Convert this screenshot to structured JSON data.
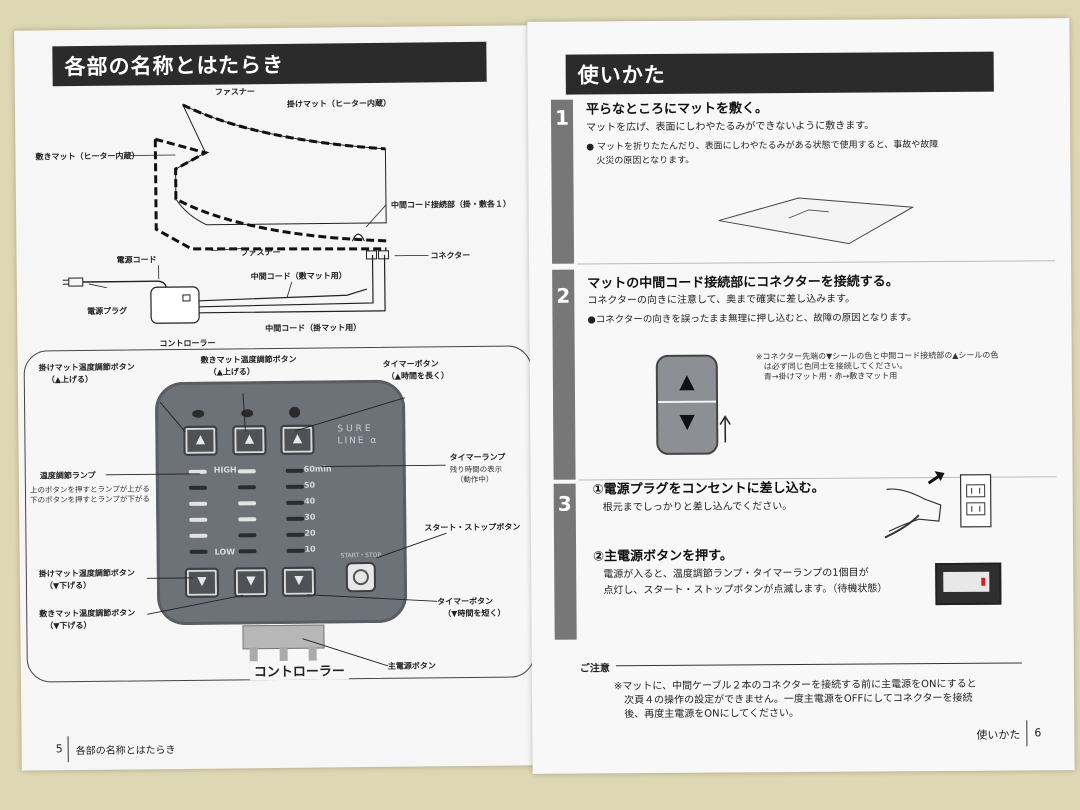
{
  "left": {
    "title": "各部の名称とはたらき",
    "diagram": {
      "fastener_top": "ファスナー",
      "top_mat": "掛けマット（ヒーター内蔵）",
      "bottom_mat": "敷きマット（ヒーター内蔵）",
      "mid_connector": "中間コード接続部（掛・敷各１）",
      "fastener_bottom": "ファスナー",
      "connector": "コネクター",
      "power_cord": "電源コード",
      "mid_cord_bottom": "中間コード（敷マット用）",
      "power_plug": "電源プラグ",
      "mid_cord_top": "中間コード（掛マット用）",
      "controller": "コントローラー"
    },
    "controller": {
      "top_temp_up": "掛けマット温度調節ボタン",
      "top_temp_up_sub": "（▲上げる）",
      "bottom_temp_up": "敷きマット温度調節ボタン",
      "bottom_temp_up_sub": "（▲上げる）",
      "timer_up": "タイマーボタン",
      "timer_up_sub": "（▲時間を長く）",
      "temp_lamp": "温度調節ランプ",
      "temp_lamp_desc1": "上のボタンを押すとランプが上がる",
      "temp_lamp_desc2": "下のボタンを押すとランプが下がる",
      "timer_lamp": "タイマーランプ",
      "timer_lamp_desc1": "残り時間の表示",
      "timer_lamp_desc2": "（動作中）",
      "start_stop": "スタート・ストップボタン",
      "top_temp_down": "掛けマット温度調節ボタン",
      "top_temp_down_sub": "（▼下げる）",
      "bottom_temp_down": "敷きマット温度調節ボタン",
      "bottom_temp_down_sub": "（▼下げる）",
      "timer_down": "タイマーボタン",
      "timer_down_sub": "（▼時間を短く）",
      "main_power": "主電源ボタン",
      "caption": "コントローラー",
      "brand1": "SURE",
      "brand2": "LINE α",
      "high": "HIGH",
      "low": "LOW",
      "minutes": [
        "60min",
        "50",
        "40",
        "30",
        "20",
        "10"
      ],
      "start_stop_mark": "START・STOP",
      "up_arrow": "▲",
      "down_arrow": "▼"
    },
    "page_num": "5",
    "footer": "各部の名称とはたらき"
  },
  "right": {
    "title": "使いかた",
    "step1": {
      "num": "1",
      "title": "平らなところにマットを敷く。",
      "text": "マットを広げ、表面にしわやたるみができないように敷きます。",
      "bullet1": "● マットを折りたたんだり、表面にしわやたるみがある状態で使用すると、事故や故障",
      "bullet2": "火災の原因となります。"
    },
    "step2": {
      "num": "2",
      "title": "マットの中間コード接続部にコネクターを接続する。",
      "text": "コネクターの向きに注意して、奥まで確実に差し込みます。",
      "bullet": "●コネクターの向きを誤ったまま無理に押し込むと、故障の原因となります。",
      "note1": "※コネクター先端の▼シールの色と中間コード接続部の▲シールの色",
      "note2": "は必ず同じ色同士を接続してください。",
      "note3": "青→掛けマット用・赤→敷きマット用",
      "up": "▲",
      "down": "▼"
    },
    "step3": {
      "num": "3",
      "title1": "①電源プラグをコンセントに差し込む。",
      "text1": "根元までしっかりと差し込んでください。",
      "title2": "②主電源ボタンを押す。",
      "text2a": "電源が入ると、温度調節ランプ・タイマーランプの1個目が",
      "text2b": "点灯し、スタート・ストップボタンが点滅します。（待機状態）"
    },
    "caution": {
      "title": "ご注意",
      "line1": "※マットに、中間ケーブル２本のコネクターを接続する前に主電源をONにすると",
      "line2": "次頁４の操作の設定ができません。一度主電源をOFFにしてコネクターを接続",
      "line3": "後、再度主電源をONにしてください。"
    },
    "footer": "使いかた",
    "page_num": "6"
  }
}
